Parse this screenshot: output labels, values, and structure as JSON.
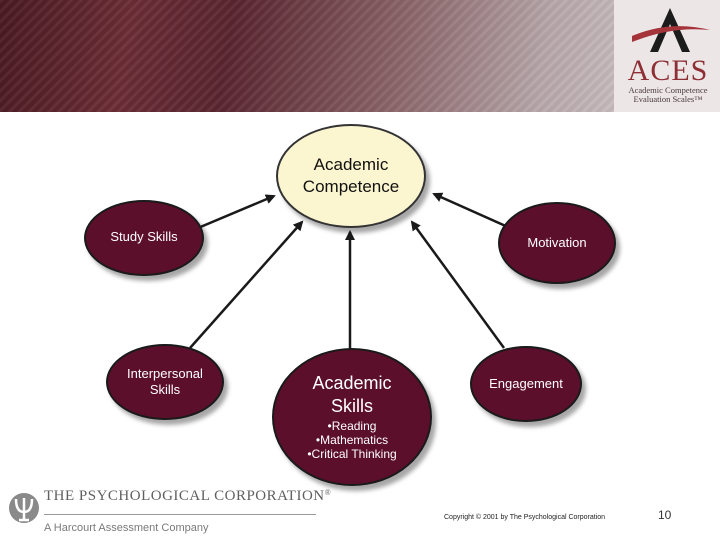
{
  "diagram": {
    "center": {
      "line1": "Academic",
      "line2": "Competence"
    },
    "study_skills": "Study Skills",
    "motivation": "Motivation",
    "interpersonal": {
      "line1": "Interpersonal",
      "line2": "Skills"
    },
    "academic_skills": {
      "line1": "Academic",
      "line2": "Skills",
      "bullets": [
        "•Reading",
        "•Mathematics",
        "•Critical Thinking"
      ]
    },
    "engagement": "Engagement"
  },
  "logo": {
    "name": "ACES",
    "sub1": "Academic Competence",
    "sub2": "Evaluation Scales™"
  },
  "footer": {
    "corporation": "THE PSYCHOLOGICAL CORPORATION",
    "registered": "®",
    "tagline": "A Harcourt Assessment Company",
    "copyright": "Copyright © 2001 by The Psychological Corporation",
    "page_number": "10"
  },
  "colors": {
    "node_fill": "#5b0f2b",
    "center_fill": "#fbf5d0",
    "arrow": "#1a1a1a",
    "logo_red": "#8e2f35"
  }
}
